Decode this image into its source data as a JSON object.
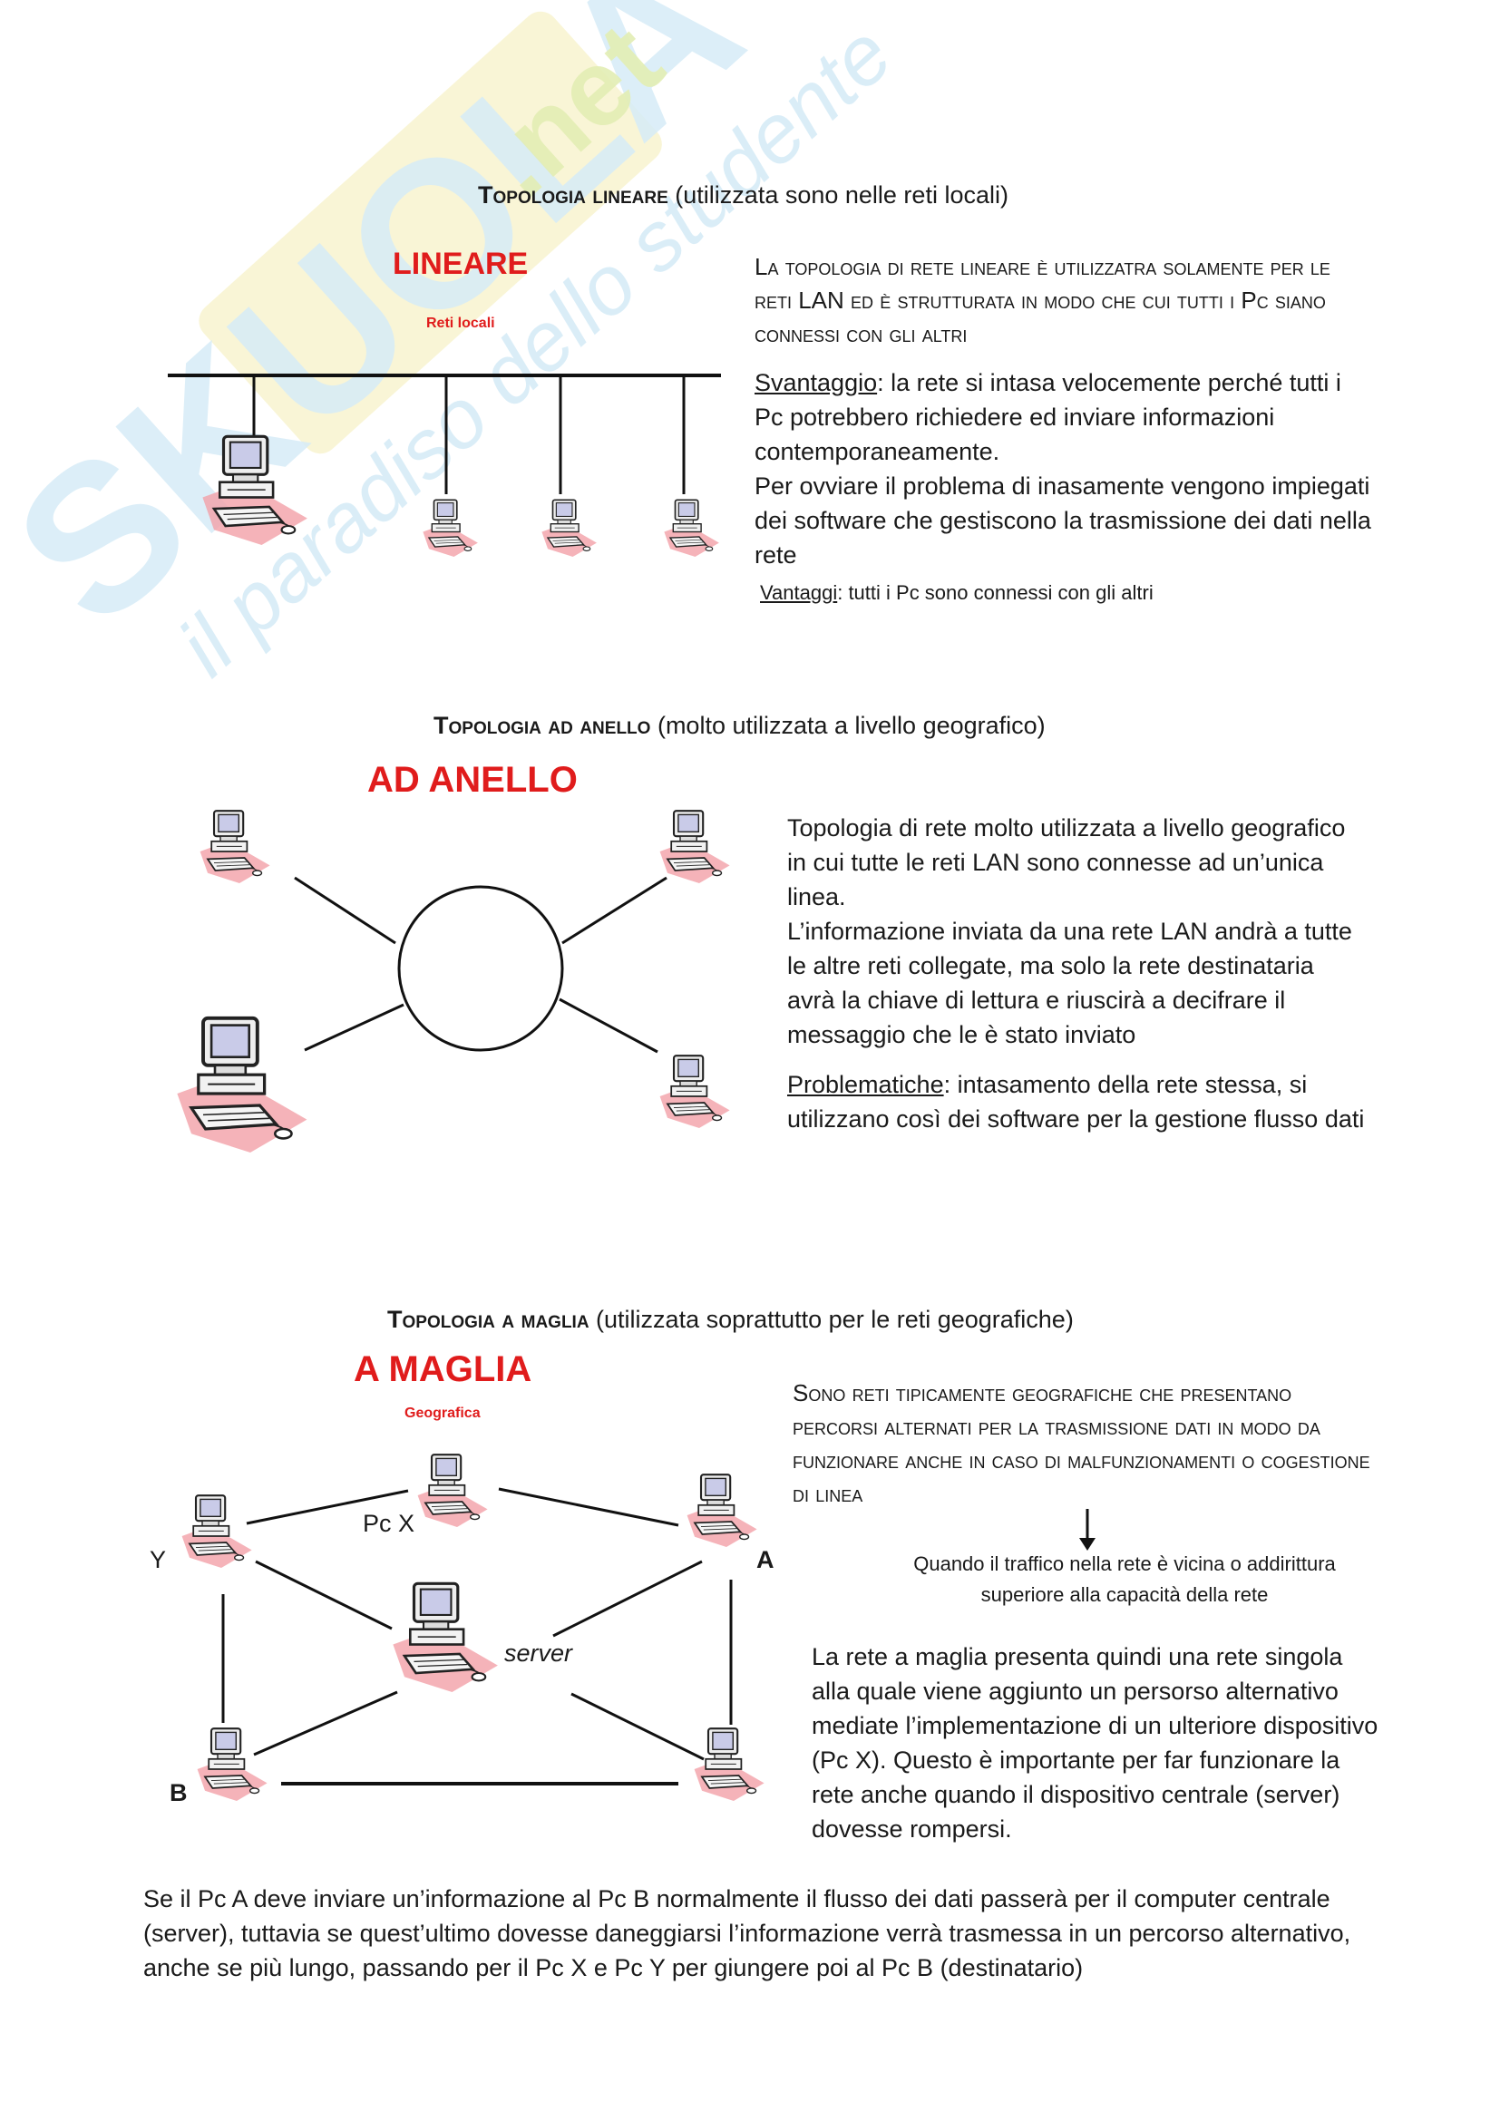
{
  "watermark": {
    "brand": "SKUOLA.net",
    "tagline": "il paradiso dello studente"
  },
  "section_lineare": {
    "heading_bold": "Topologia lineare",
    "heading_rest": " (utilizzata sono nelle reti locali)",
    "diagram_title": "LINEARE",
    "diagram_subtitle": "Reti locali",
    "description": "La topologia di rete lineare è utilizzatra solamente per le reti LAN ed è strutturata in modo che cui tutti i Pc siano connessi con gli altri",
    "svantaggio_label": "Svantaggio",
    "svantaggio_text": ": la rete si intasa velocemente perché tutti i Pc potrebbero richiedere ed inviare informazioni contemporaneamente.",
    "ovviare_text": "Per ovviare il problema di inasamente vengono impiegati dei software che gestiscono la trasmissione dei dati nella rete",
    "vantaggi_label": "Vantaggi",
    "vantaggi_text": ": tutti i Pc sono connessi con gli altri"
  },
  "section_anello": {
    "heading_bold": "Topologia ad anello",
    "heading_rest": " (molto utilizzata a livello geografico)",
    "diagram_title": "AD ANELLO",
    "description": "Topologia di rete molto utilizzata a livello geografico in cui tutte le reti LAN sono connesse ad un’unica linea.",
    "description2": "L’informazione inviata da una rete LAN andrà a tutte le altre reti collegate, ma solo la rete destinataria avrà la chiave di lettura e riuscirà a decifrare il messaggio che le è stato inviato",
    "problematiche_label": "Problematiche",
    "problematiche_text": ": intasamento della rete stessa, si utilizzano così dei software per la gestione flusso dati"
  },
  "section_maglia": {
    "heading_bold": "Topologia a maglia",
    "heading_rest": " (utilizzata soprattutto per le reti geografiche)",
    "diagram_title": "A MAGLIA",
    "diagram_subtitle": "Geografica",
    "label_pcx": "Pc X",
    "label_y": "Y",
    "label_a": "A",
    "label_b": "B",
    "label_server": "server",
    "description": "Sono reti tipicamente geografiche che presentano percorsi alternati per la trasmissione dati in modo da funzionare anche in caso di malfunzionamenti o cogestione di linea",
    "note": "Quando il traffico nella rete è vicina o addirittura superiore alla capacità della rete",
    "paragraph": "La rete a maglia presenta quindi una rete singola alla quale viene aggiunto un persorso alternativo mediate l’implementazione di un ulteriore dispositivo (Pc X). Questo è importante per far funzionare la rete anche quando il dispositivo centrale (server) dovesse rompersi.",
    "closing": "Se il Pc A deve inviare un’informazione al Pc B normalmente il flusso dei dati passerà per il computer centrale (server), tuttavia se quest’ultimo dovesse daneggiarsi l’informazione verrà trasmessa in un percorso alternativo, anche se più lungo, passando per il Pc X e Pc Y per giungere poi al Pc B (destinatario)"
  },
  "colors": {
    "accent_red": "#e01c1c",
    "watermark_blue": "#cfe6f3",
    "watermark_yellow": "#f7efb0",
    "pc_shadow": "#f2a0a8"
  }
}
